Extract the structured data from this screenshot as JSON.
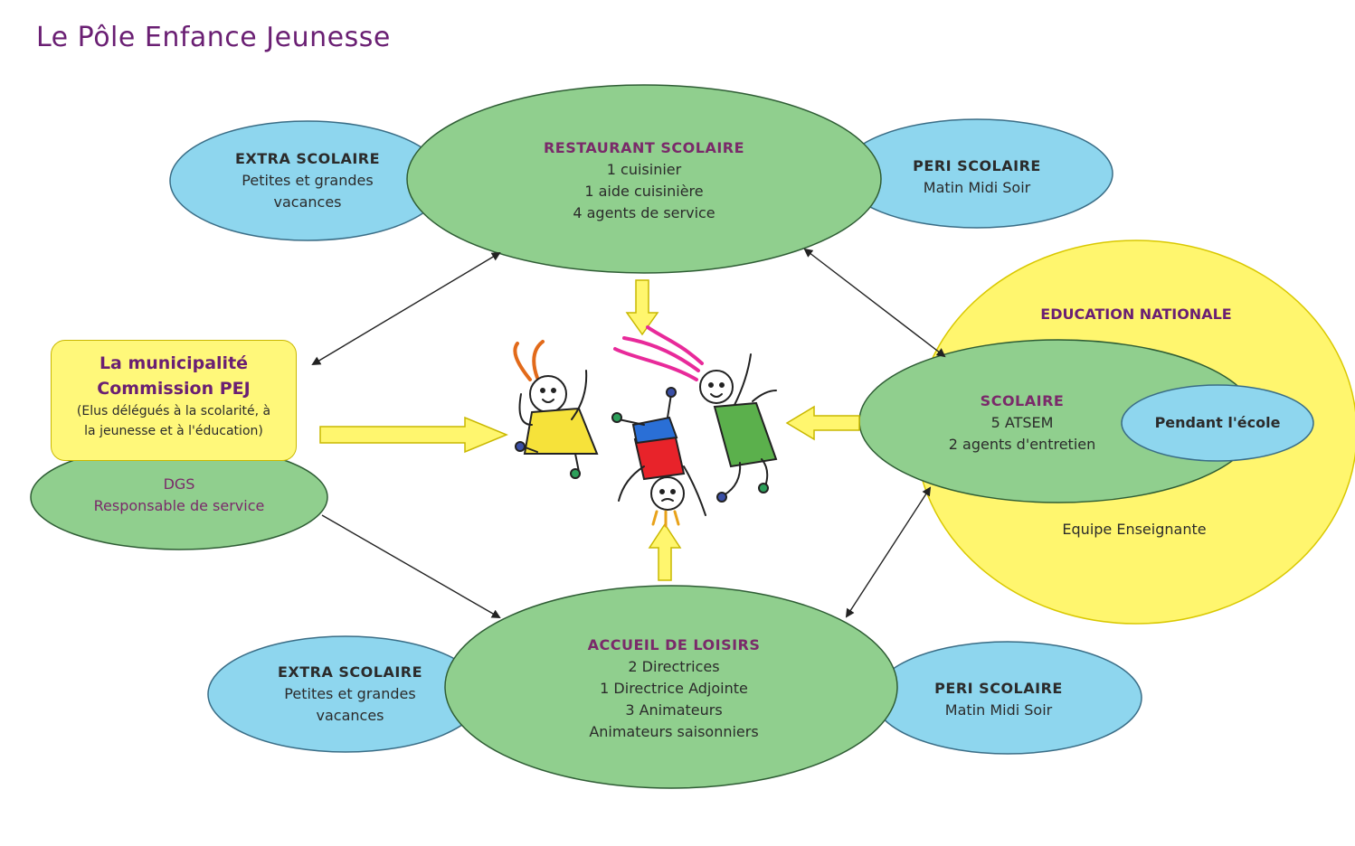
{
  "title": "Le Pôle Enfance Jeunesse",
  "colors": {
    "green": "#90cf8e",
    "blue": "#8ed6ee",
    "yellow": "#fff66e",
    "title": "#6a1f73"
  },
  "nodes": {
    "restaurant": {
      "title": "RESTAURANT SCOLAIRE",
      "lines": [
        "1 cuisinier",
        "1 aide cuisinière",
        "4 agents de service"
      ]
    },
    "extra_top": {
      "title": "EXTRA SCOLAIRE",
      "lines": [
        "Petites et grandes",
        "vacances"
      ]
    },
    "peri_top": {
      "title": "PERI SCOLAIRE",
      "lines": [
        "Matin Midi Soir"
      ]
    },
    "municipalite": {
      "line1": "La municipalité",
      "line2": "Commission PEJ",
      "line3": "(Elus délégués à la scolarité, à",
      "line4": "la jeunesse et à l'éducation)"
    },
    "dgs": {
      "title": "DGS",
      "line": "Responsable de service"
    },
    "education_nationale": {
      "title": "EDUCATION NATIONALE",
      "footer": "Equipe Enseignante"
    },
    "scolaire": {
      "title": "SCOLAIRE",
      "lines": [
        "5 ATSEM",
        "2 agents d'entretien"
      ]
    },
    "pendant_ecole": {
      "label": "Pendant l'école"
    },
    "accueil": {
      "title": "ACCUEIL DE LOISIRS",
      "lines": [
        "2 Directrices",
        "1 Directrice Adjointe",
        "3 Animateurs",
        "Animateurs saisonniers"
      ]
    },
    "extra_bottom": {
      "title": "EXTRA SCOLAIRE",
      "lines": [
        "Petites et grandes",
        "vacances"
      ]
    },
    "peri_bottom": {
      "title": "PERI SCOLAIRE",
      "lines": [
        "Matin Midi Soir"
      ]
    }
  }
}
